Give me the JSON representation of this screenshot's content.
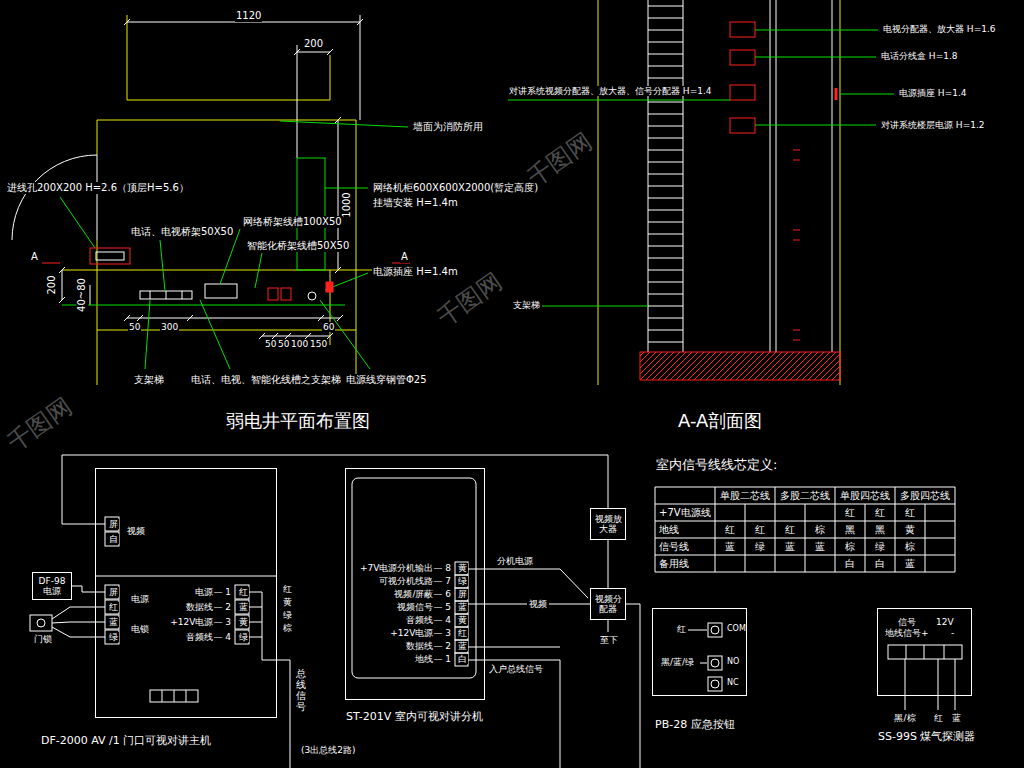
{
  "diagram": {
    "nodes": [
      {
        "text": [
          "DF-2000 AV /1 门口可视对讲主机"
        ]
      },
      {
        "text": [
          "DF-98 电源"
        ]
      },
      {
        "text": [
          "ST-201V 室内可视对讲分机"
        ]
      },
      {
        "text": [
          "视频放大器"
        ]
      },
      {
        "text": [
          "视频分配器"
        ]
      },
      {
        "text": [
          "PB-28 应急按钮"
        ]
      },
      {
        "text": [
          "SS-99S 煤气探测器"
        ]
      }
    ],
    "edges": [
      {
        "from": 1,
        "to": 0,
        "arrow": "none"
      },
      {
        "from": 0,
        "to": 3,
        "arrow": "none"
      },
      {
        "from": 3,
        "to": 4,
        "arrow": "none"
      },
      {
        "from": 4,
        "to": 2,
        "label": "视频",
        "arrow": "none"
      }
    ],
    "labels": [
      "1120",
      "200",
      "墙面为消防所用",
      "进线孔200X200 H=2.6（顶层H=5.6）",
      "网络机柜600X600X2000(暂定高度)",
      "挂墙安装 H=1.4m",
      "1000",
      "网络桥架线槽100X50",
      "智能化桥架线槽50X50",
      "电话、电视桥架50X50",
      "A",
      "A",
      "电源插座 H=1.4m",
      "200",
      "40~80",
      "50",
      "300",
      "50",
      "50",
      "100",
      "150",
      "60",
      "支架梯",
      "电话、电视、智能化线槽之支架梯",
      "电源线穿钢管Φ25",
      "弱电井平面布置图",
      "电视分配器、放大器 H=1.6",
      "电话分线盒 H=1.8",
      "对讲系统视频分配器、放大器、信号分配器 H=1.4",
      "电源插座 H=1.4",
      "对讲系统楼层电源 H=1.2",
      "支架梯",
      "A-A剖面图",
      "屏",
      "自",
      "视频",
      "屏",
      "红",
      "蓝",
      "绿",
      "电源",
      "电锁",
      "电源— 1",
      "数据线— 2",
      "+12V电源— 3",
      "音频线— 4",
      "红",
      "蓝",
      "黄",
      "绿",
      "红",
      "黄",
      "绿",
      "棕",
      "门锁",
      "总线信号",
      "(3出总线2路)",
      "+7V电源分机输出— 8",
      "可视分机线路— 7",
      "视频/屏蔽— 6",
      "视频信号— 5",
      "音频线— 4",
      "+12V电源— 3",
      "数据线— 2",
      "地线— 1",
      "黄",
      "绿",
      "屏",
      "蓝",
      "黄",
      "红",
      "蓝",
      "白",
      "分机电源",
      "入户总线信号",
      "至下",
      "室内信号线线芯定义:",
      "单股二芯线",
      "多股二芯线",
      "单股四芯线",
      "多股四芯线",
      "+7V电源线",
      "红",
      "红",
      "红",
      "地线",
      "红",
      "红",
      "红",
      "棕",
      "黑",
      "黑",
      "黄",
      "信号线",
      "蓝",
      "绿",
      "蓝",
      "蓝",
      "棕",
      "绿",
      "棕",
      "备用线",
      "白",
      "白",
      "蓝",
      "红",
      "COM",
      "黑/蓝/绿",
      "NO",
      "NC",
      "信号",
      "12V",
      "地线信号+",
      "-",
      "黑/棕",
      "红",
      "蓝",
      "千图网",
      "千图网",
      "千图网"
    ]
  }
}
